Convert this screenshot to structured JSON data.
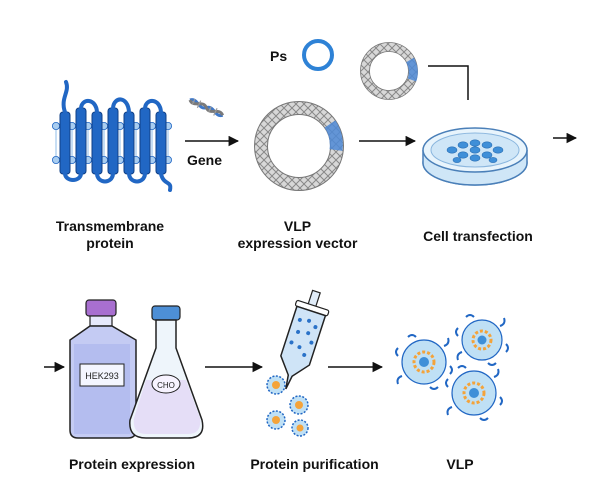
{
  "labels": {
    "transmembrane_protein": {
      "line1": "Transmembrane",
      "line2": "protein"
    },
    "vlp_expression_vector": {
      "line1": "VLP",
      "line2": "expression vector"
    },
    "cell_transfection": "Cell transfection",
    "protein_expression": "Protein expression",
    "protein_purification": "Protein purification",
    "vlp": "VLP",
    "ps": "Ps",
    "gene": "Gene"
  },
  "bottle_labels": {
    "hek": "HEK293",
    "cho": "CHO"
  },
  "colors": {
    "protein_blue": "#2167c4",
    "membrane_blue": "#8fbce8",
    "dna_gray": "#b5b5b5",
    "dna_blue": "#5b8fd0",
    "dish_blue": "#cfe6f7",
    "cell_blue": "#3f8fd8",
    "bottle_purple": "#b8c0f0",
    "vlp_shell": "#bfe0f5",
    "vlp_core": "#f4a33a",
    "arrow": "#111111"
  },
  "icons": [
    "transmembrane-protein-icon",
    "dna-fragment-icon",
    "plasmid-icon",
    "petri-dish-icon",
    "culture-bottle-icon",
    "erlenmeyer-flask-icon",
    "purification-column-icon",
    "vlp-particle-icon"
  ]
}
